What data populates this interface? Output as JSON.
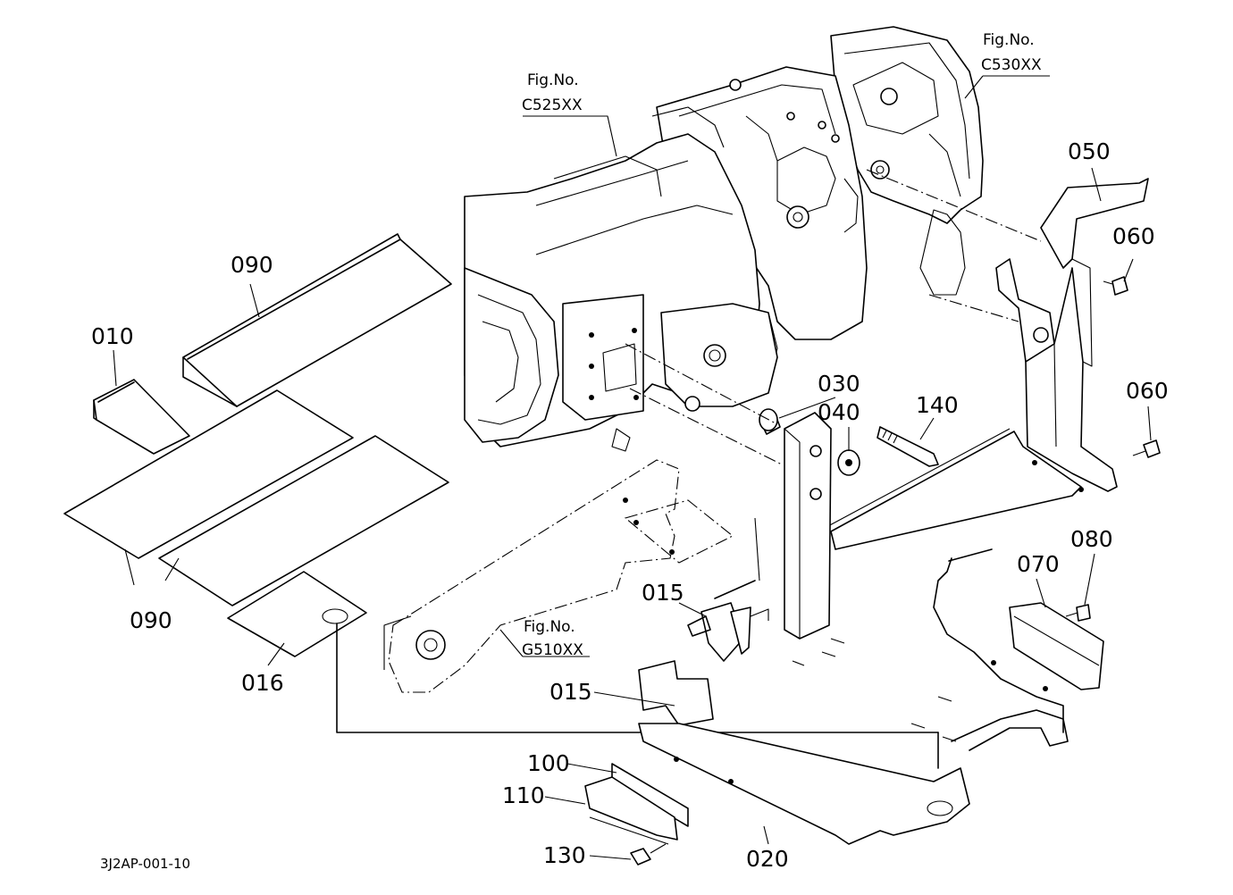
{
  "figure_refs": {
    "c525": {
      "line1": "Fig.No.",
      "line2": "C525XX"
    },
    "c530": {
      "line1": "Fig.No.",
      "line2": "C530XX"
    },
    "g510": {
      "line1": "Fig.No.",
      "line2": "G510XX"
    }
  },
  "part_labels": {
    "p010": "010",
    "p015a": "015",
    "p015b": "015",
    "p016": "016",
    "p020": "020",
    "p030": "030",
    "p040": "040",
    "p050": "050",
    "p060a": "060",
    "p060b": "060",
    "p070": "070",
    "p080": "080",
    "p090a": "090",
    "p090b": "090",
    "p100": "100",
    "p110": "110",
    "p130": "130",
    "p140": "140"
  },
  "drawing_code": "3J2AP-001-10"
}
